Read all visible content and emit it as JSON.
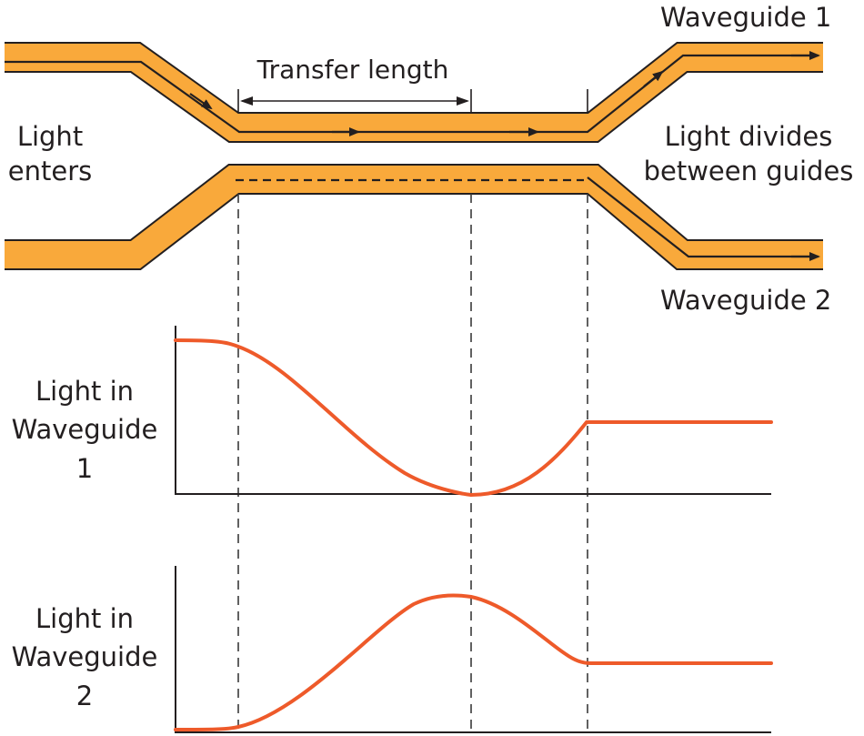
{
  "labels": {
    "waveguide_1": "Waveguide 1",
    "waveguide_2": "Waveguide 2",
    "transfer_length": "Transfer length",
    "light_enters_line1": "Light",
    "light_enters_line2": "enters",
    "light_divides_line1": "Light divides",
    "light_divides_line2": "between guides",
    "plot1_label_line1": "Light in",
    "plot1_label_line2": "Waveguide",
    "plot1_label_line3": "1",
    "plot2_label_line1": "Light in",
    "plot2_label_line2": "Waveguide",
    "plot2_label_line3": "2"
  },
  "colors": {
    "waveguide_fill": "#f9a93b",
    "waveguide_outline": "#231f20",
    "curve": "#ee5a2a",
    "axis": "#231f20",
    "dashed_guide": "#3a3a3a",
    "text": "#231f20"
  }
}
